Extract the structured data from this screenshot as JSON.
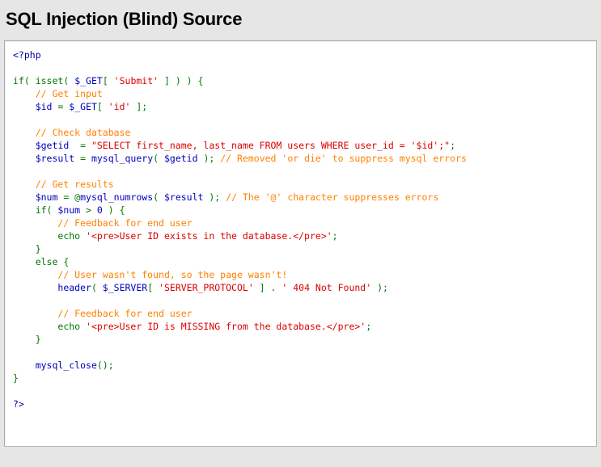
{
  "page": {
    "title": "SQL Injection (Blind) Source",
    "background_color": "#e6e6e6"
  },
  "syntax_colors": {
    "keyword": "#007700",
    "variable": "#0000bb",
    "string": "#dd0000",
    "comment": "#ff8000",
    "php_tag": "#000099",
    "default": "#000000",
    "code_background": "#ffffff",
    "code_border": "#b8b8b8"
  },
  "code_block": {
    "language": "php",
    "plain_text": "<?php\n\nif( isset( $_GET[ 'Submit' ] ) ) {\n    // Get input\n    $id = $_GET[ 'id' ];\n\n    // Check database\n    $getid  = \"SELECT first_name, last_name FROM users WHERE user_id = '$id';\";\n    $result = mysql_query( $getid ); // Removed 'or die' to suppress mysql errors\n\n    // Get results\n    $num = @mysql_numrows( $result ); // The '@' character suppresses errors\n    if( $num > 0 ) {\n        // Feedback for end user\n        echo '<pre>User ID exists in the database.</pre>';\n    }\n    else {\n        // User wasn't found, so the page wasn't!\n        header( $_SERVER[ 'SERVER_PROTOCOL' ] . ' 404 Not Found' );\n\n        // Feedback for end user\n        echo '<pre>User ID is MISSING from the database.</pre>';\n    }\n\n    mysql_close();\n}\n\n?>",
    "lines": [
      {
        "n": 1,
        "tokens": [
          {
            "t": "<?php",
            "c": "tag"
          }
        ]
      },
      {
        "n": 2,
        "tokens": []
      },
      {
        "n": 3,
        "tokens": [
          {
            "t": "if( ",
            "c": "pln"
          },
          {
            "t": "isset",
            "c": "kw"
          },
          {
            "t": "( ",
            "c": "pln"
          },
          {
            "t": "$_GET",
            "c": "var"
          },
          {
            "t": "[ ",
            "c": "pln"
          },
          {
            "t": "'Submit'",
            "c": "str"
          },
          {
            "t": " ] ) ) {",
            "c": "pln"
          }
        ]
      },
      {
        "n": 4,
        "tokens": [
          {
            "t": "    ",
            "c": "pln"
          },
          {
            "t": "// Get input",
            "c": "com"
          }
        ]
      },
      {
        "n": 5,
        "tokens": [
          {
            "t": "    ",
            "c": "pln"
          },
          {
            "t": "$id",
            "c": "var"
          },
          {
            "t": " = ",
            "c": "pln"
          },
          {
            "t": "$_GET",
            "c": "var"
          },
          {
            "t": "[ ",
            "c": "pln"
          },
          {
            "t": "'id'",
            "c": "str"
          },
          {
            "t": " ];",
            "c": "pln"
          }
        ]
      },
      {
        "n": 6,
        "tokens": []
      },
      {
        "n": 7,
        "tokens": [
          {
            "t": "    ",
            "c": "pln"
          },
          {
            "t": "// Check database",
            "c": "com"
          }
        ]
      },
      {
        "n": 8,
        "tokens": [
          {
            "t": "    ",
            "c": "pln"
          },
          {
            "t": "$getid",
            "c": "var"
          },
          {
            "t": "  = ",
            "c": "pln"
          },
          {
            "t": "\"SELECT first_name, last_name FROM users WHERE user_id = '$id';\"",
            "c": "str"
          },
          {
            "t": ";",
            "c": "pln"
          }
        ]
      },
      {
        "n": 9,
        "tokens": [
          {
            "t": "    ",
            "c": "pln"
          },
          {
            "t": "$result",
            "c": "var"
          },
          {
            "t": " = ",
            "c": "pln"
          },
          {
            "t": "mysql_query",
            "c": "var"
          },
          {
            "t": "( ",
            "c": "pln"
          },
          {
            "t": "$getid",
            "c": "var"
          },
          {
            "t": " ); ",
            "c": "pln"
          },
          {
            "t": "// Removed 'or die' to suppress mysql errors",
            "c": "com"
          }
        ]
      },
      {
        "n": 10,
        "tokens": []
      },
      {
        "n": 11,
        "tokens": [
          {
            "t": "    ",
            "c": "pln"
          },
          {
            "t": "// Get results",
            "c": "com"
          }
        ]
      },
      {
        "n": 12,
        "tokens": [
          {
            "t": "    ",
            "c": "pln"
          },
          {
            "t": "$num",
            "c": "var"
          },
          {
            "t": " = @",
            "c": "pln"
          },
          {
            "t": "mysql_numrows",
            "c": "var"
          },
          {
            "t": "( ",
            "c": "pln"
          },
          {
            "t": "$result",
            "c": "var"
          },
          {
            "t": " ); ",
            "c": "pln"
          },
          {
            "t": "// The '@' character suppresses errors",
            "c": "com"
          }
        ]
      },
      {
        "n": 13,
        "tokens": [
          {
            "t": "    if( ",
            "c": "pln"
          },
          {
            "t": "$num",
            "c": "var"
          },
          {
            "t": " > ",
            "c": "pln"
          },
          {
            "t": "0",
            "c": "var"
          },
          {
            "t": " ) {",
            "c": "pln"
          }
        ]
      },
      {
        "n": 14,
        "tokens": [
          {
            "t": "        ",
            "c": "pln"
          },
          {
            "t": "// Feedback for end user",
            "c": "com"
          }
        ]
      },
      {
        "n": 15,
        "tokens": [
          {
            "t": "        ",
            "c": "pln"
          },
          {
            "t": "echo",
            "c": "kw"
          },
          {
            "t": " ",
            "c": "pln"
          },
          {
            "t": "'<pre>User ID exists in the database.</pre>'",
            "c": "str"
          },
          {
            "t": ";",
            "c": "pln"
          }
        ]
      },
      {
        "n": 16,
        "tokens": [
          {
            "t": "    }",
            "c": "pln"
          }
        ]
      },
      {
        "n": 17,
        "tokens": [
          {
            "t": "    ",
            "c": "pln"
          },
          {
            "t": "else",
            "c": "kw"
          },
          {
            "t": " {",
            "c": "pln"
          }
        ]
      },
      {
        "n": 18,
        "tokens": [
          {
            "t": "        ",
            "c": "pln"
          },
          {
            "t": "// User wasn't found, so the page wasn't!",
            "c": "com"
          }
        ]
      },
      {
        "n": 19,
        "tokens": [
          {
            "t": "        ",
            "c": "pln"
          },
          {
            "t": "header",
            "c": "var"
          },
          {
            "t": "( ",
            "c": "pln"
          },
          {
            "t": "$_SERVER",
            "c": "var"
          },
          {
            "t": "[ ",
            "c": "pln"
          },
          {
            "t": "'SERVER_PROTOCOL'",
            "c": "str"
          },
          {
            "t": " ] . ",
            "c": "pln"
          },
          {
            "t": "' 404 Not Found'",
            "c": "str"
          },
          {
            "t": " );",
            "c": "pln"
          }
        ]
      },
      {
        "n": 20,
        "tokens": []
      },
      {
        "n": 21,
        "tokens": [
          {
            "t": "        ",
            "c": "pln"
          },
          {
            "t": "// Feedback for end user",
            "c": "com"
          }
        ]
      },
      {
        "n": 22,
        "tokens": [
          {
            "t": "        ",
            "c": "pln"
          },
          {
            "t": "echo",
            "c": "kw"
          },
          {
            "t": " ",
            "c": "pln"
          },
          {
            "t": "'<pre>User ID is MISSING from the database.</pre>'",
            "c": "str"
          },
          {
            "t": ";",
            "c": "pln"
          }
        ]
      },
      {
        "n": 23,
        "tokens": [
          {
            "t": "    }",
            "c": "pln"
          }
        ]
      },
      {
        "n": 24,
        "tokens": []
      },
      {
        "n": 25,
        "tokens": [
          {
            "t": "    ",
            "c": "pln"
          },
          {
            "t": "mysql_close",
            "c": "var"
          },
          {
            "t": "();",
            "c": "pln"
          }
        ]
      },
      {
        "n": 26,
        "tokens": [
          {
            "t": "}",
            "c": "pln"
          }
        ]
      },
      {
        "n": 27,
        "tokens": []
      },
      {
        "n": 28,
        "tokens": [
          {
            "t": "?>",
            "c": "tag"
          }
        ]
      }
    ]
  }
}
